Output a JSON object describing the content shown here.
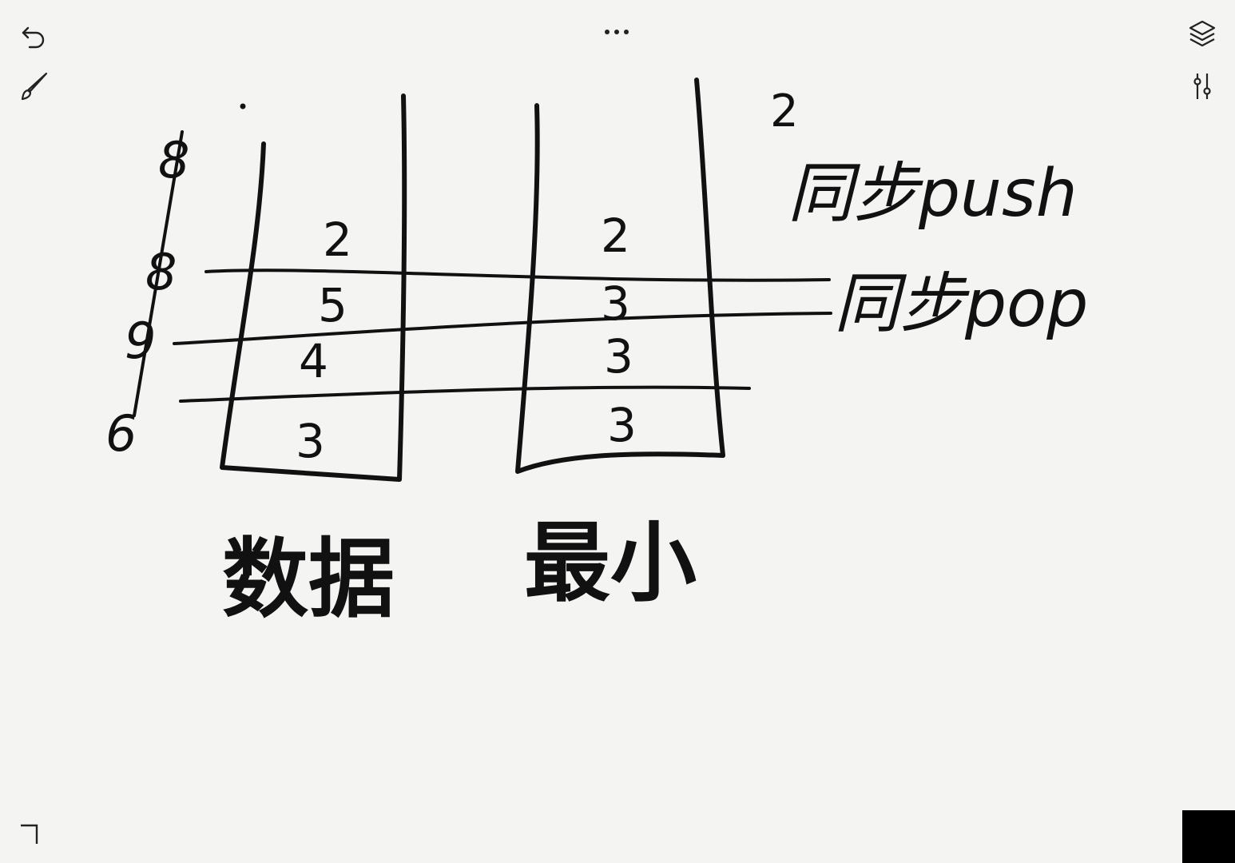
{
  "toolbar": {
    "undo_icon": "undo-arrow-icon",
    "brush_icon": "brush-icon",
    "more_icon": "more-dots-icon",
    "layers_icon": "layers-icon",
    "adjust_icon": "sliders-icon"
  },
  "sketch": {
    "left_labels": [
      "8",
      "8",
      "9",
      "6"
    ],
    "data_stack": {
      "values": [
        "2",
        "5",
        "4",
        "3"
      ],
      "caption": "数据"
    },
    "min_stack": {
      "values": [
        "2",
        "3",
        "3",
        "3"
      ],
      "caption": "最小"
    },
    "top_note": "2",
    "push_note": "同步push",
    "pop_note": "同步pop"
  },
  "colors": {
    "ink": "#111111",
    "paper": "#f4f4f3"
  }
}
